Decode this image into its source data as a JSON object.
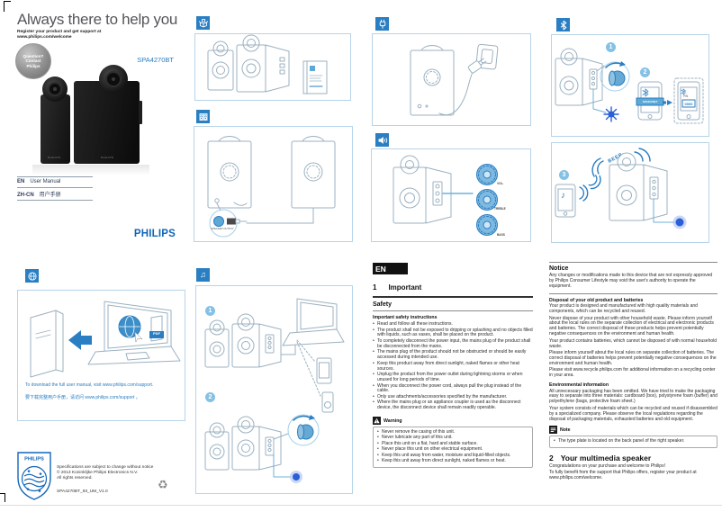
{
  "colors": {
    "philips_blue": "#1266b8",
    "accent_blue": "#2a7ec2",
    "panel_border": "#b7d4e9",
    "line_art": "#9bb1c0",
    "led_blue": "#2b5fd8"
  },
  "cover": {
    "title": "Always there to help you",
    "register_line1": "Register your product and get support at",
    "register_line2": "www.philips.com/welcome",
    "badge_lines": [
      "Question?",
      "Contact",
      "Philips"
    ],
    "model": "SPA4270BT",
    "speaker_brand": "PHILIPS",
    "manual_rows": [
      {
        "code": "EN",
        "label": "User Manual"
      },
      {
        "code": "ZH-CN",
        "label": "用户手册"
      }
    ],
    "brand_wordmark": "PHILIPS"
  },
  "panels": {
    "unpack": {
      "icon": "unpack-box-icon"
    },
    "connect": {
      "icon": "speaker-pair-icon",
      "callout_label": "SPEAKER OUTPUT"
    },
    "power": {
      "icon": "power-plug-icon"
    },
    "volume": {
      "icon": "speaker-volume-icon",
      "knob_labels": [
        "VOL.",
        "TREBLE",
        "BASS"
      ]
    },
    "bluetooth_pair": {
      "icon": "bluetooth-icon",
      "step1": "1",
      "step2": "2",
      "device_name": "SPA4270BT",
      "pin_label": "PIN",
      "pin_value": "0000"
    },
    "bluetooth_play": {
      "step3": "3",
      "beep_label": "BEEP",
      "music_note_glyph": "♪"
    },
    "download": {
      "icon": "globe-icon",
      "pdf_label": "PDF",
      "caption_en": "To download the full user manual, visit www.philips.com/support.",
      "caption_zh": "要下载完整用户手册，请访问 www.philips.com/support 。"
    },
    "aux": {
      "icon": "music-note-icon",
      "icon_glyph": "♫",
      "step1": "1",
      "step2": "2"
    }
  },
  "section_en": {
    "lang_tag": "EN",
    "chapter1_number": "1",
    "chapter1_title": "Important",
    "safety_heading": "Safety",
    "instructions_heading": "Important safety instructions",
    "bullets": [
      "Read and follow all these instructions.",
      "The product shall not be exposed to dripping or splashing and no objects filled with liquids, such as vases, shall be placed on the product.",
      "To completely disconnect the power input, the mains plug of the product shall be disconnected from the mains.",
      "The mains plug of the product should not be obstructed or should be easily accessed during intended use.",
      "Keep this product away from direct sunlight, naked flames or other heat sources.",
      "Unplug the product from the power outlet during lightning storms or when unused for long periods of time.",
      "When you disconnect the power cord, always pull the plug instead of the cable.",
      "Only use attachments/accessories specified by the manufacturer.",
      "Where the mains plug or an appliance coupler is used as the disconnect device, the disconnect device shall remain readily operable."
    ],
    "warning_title": "Warning",
    "warning_bullets": [
      "Never remove the casing of this unit.",
      "Never lubricate any part of this unit.",
      "Place this unit on a flat, hard and stable surface.",
      "Never place this unit on other electrical equipment.",
      "Keep this unit away from water, moisture and liquid-filled objects.",
      "Keep this unit away from direct sunlight, naked flames or heat."
    ]
  },
  "section_notice": {
    "title": "Notice",
    "intro": "Any changes or modifications made to this device that are not expressly approved by Philips Consumer Lifestyle may void the user's authority to operate the equipment.",
    "disposal_heading": "Disposal of your old product and batteries",
    "disposal_paragraphs": [
      "Your product is designed and manufactured with high quality materials and components, which can be recycled and reused.",
      "Never dispose of your product with other household waste. Please inform yourself about the local rules on the separate collection of electrical and electronic products and batteries. The correct disposal of these products helps prevent potentially negative consequences on the environment and human health.",
      "Your product contains batteries, which cannot be disposed of with normal household waste.",
      "Please inform yourself about the local rules on separate collection of batteries. The correct disposal of batteries helps prevent potentially negative consequences on the environment and human health.",
      "Please visit www.recycle.philips.com for additional information on a recycling center in your area."
    ],
    "environment_heading": "Environmental information",
    "environment_paragraphs": [
      "All unnecessary packaging has been omitted. We have tried to make the packaging easy to separate into three materials: cardboard (box), polystyrene foam (buffer) and polyethylene (bags, protective foam sheet.)",
      "Your system consists of materials which can be recycled and reused if disassembled by a specialized company. Please observe the local regulations regarding the disposal of packaging materials, exhausted batteries and old equipment."
    ],
    "note_title": "Note",
    "note_bullets": [
      "The type plate is located on the back panel of the right speaker."
    ],
    "chapter2_number": "2",
    "chapter2_title": "Your multimedia speaker",
    "chapter2_paragraphs": [
      "Congratulations on your purchase and welcome to Philips!",
      "To fully benefit from the support that Philips offers, register your product at www.philips.com/welcome."
    ]
  },
  "footer": {
    "logo_brand": "PHILIPS",
    "line1": "Specifications are subject to change without notice",
    "line2": "© 2013 Koninklijke Philips Electronics N.V.",
    "line3": "All rights reserved.",
    "doc_code": "SPA4270BT_93_UM_V1.0",
    "recycle_symbol": "♻"
  }
}
